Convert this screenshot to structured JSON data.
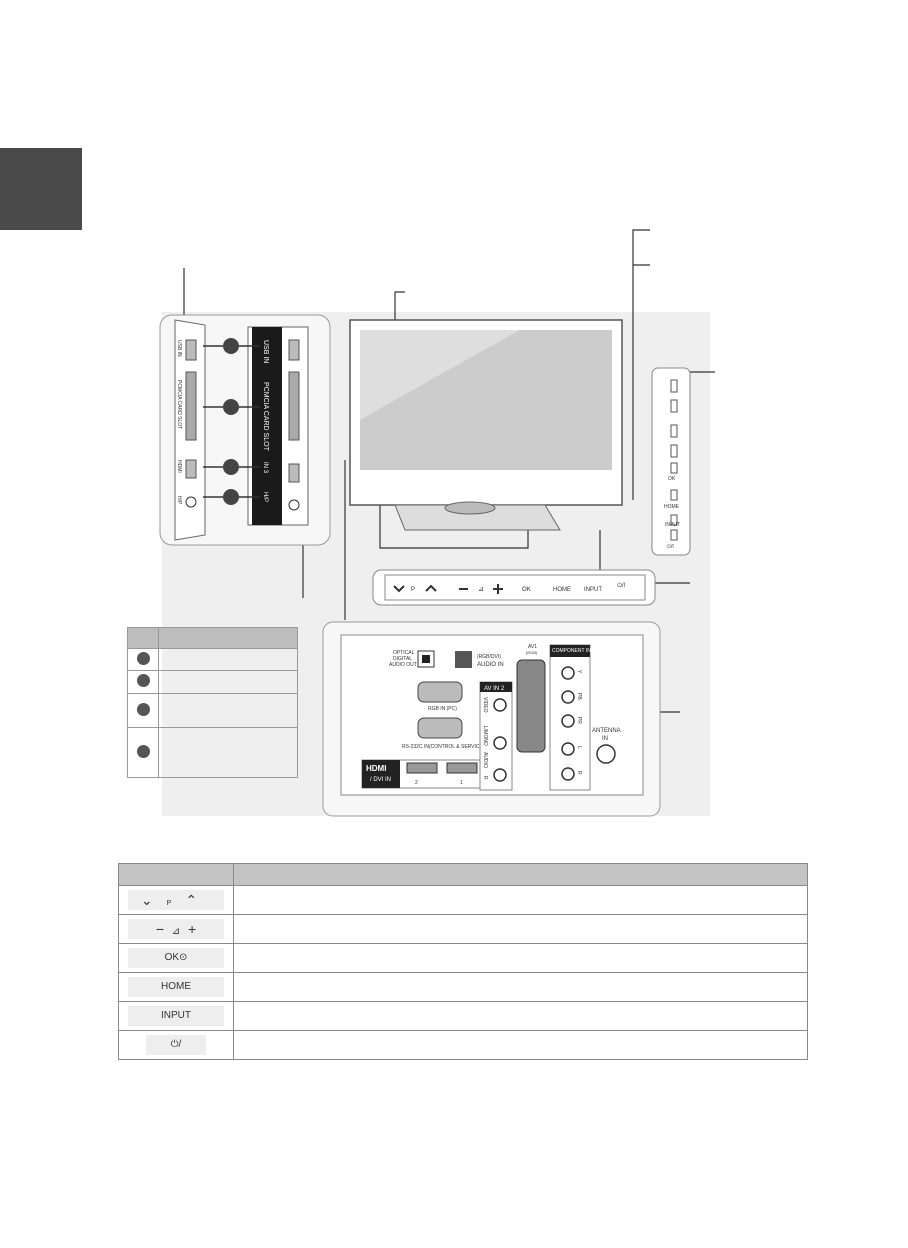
{
  "side_ports": {
    "usb": "USB IN",
    "pcmcia": "PCMCIA CARD SLOT",
    "hdmi": "IN 3",
    "hdmi_logo": "HDMI",
    "headphone": "H/P"
  },
  "back_panel": {
    "optical": [
      "OPTICAL",
      "DIGITAL",
      "AUDIO OUT"
    ],
    "audio_in": [
      "(RGB/DVI)",
      "AUDIO IN"
    ],
    "rgb_in": "RGB IN (PC)",
    "rs232c": "RS-232C IN(CONTROL & SERVICE)",
    "hdmi_logo": "HDMI",
    "hdmi_dvi": "/ DVI IN",
    "hdmi_ports": [
      "2",
      "1"
    ],
    "av_in2": "AV IN 2",
    "av_in2_labels": [
      "VIDEO",
      "L/MONO",
      "AUDIO",
      "R"
    ],
    "av1": "AV1",
    "av1_sub": "(RGB)",
    "component": "COMPONENT IN",
    "component_labels": [
      "Y",
      "PB",
      "PR",
      "L",
      "R"
    ],
    "antenna": [
      "ANTENNA",
      "IN"
    ]
  },
  "front_buttons": {
    "p": "P",
    "ok": "OK",
    "home": "HOME",
    "input": "INPUT",
    "power": "⏻/I"
  },
  "ctrl_table": {
    "rows": [
      {
        "key": "P"
      },
      {
        "key": "⊿"
      },
      {
        "key": "OK⊙"
      },
      {
        "key": "HOME"
      },
      {
        "key": "INPUT"
      },
      {
        "key": "⏻/"
      }
    ]
  },
  "colors": {
    "tab": "#4a4a4a",
    "diagram_bg": "#efefef",
    "header": "#c4c4c4"
  }
}
